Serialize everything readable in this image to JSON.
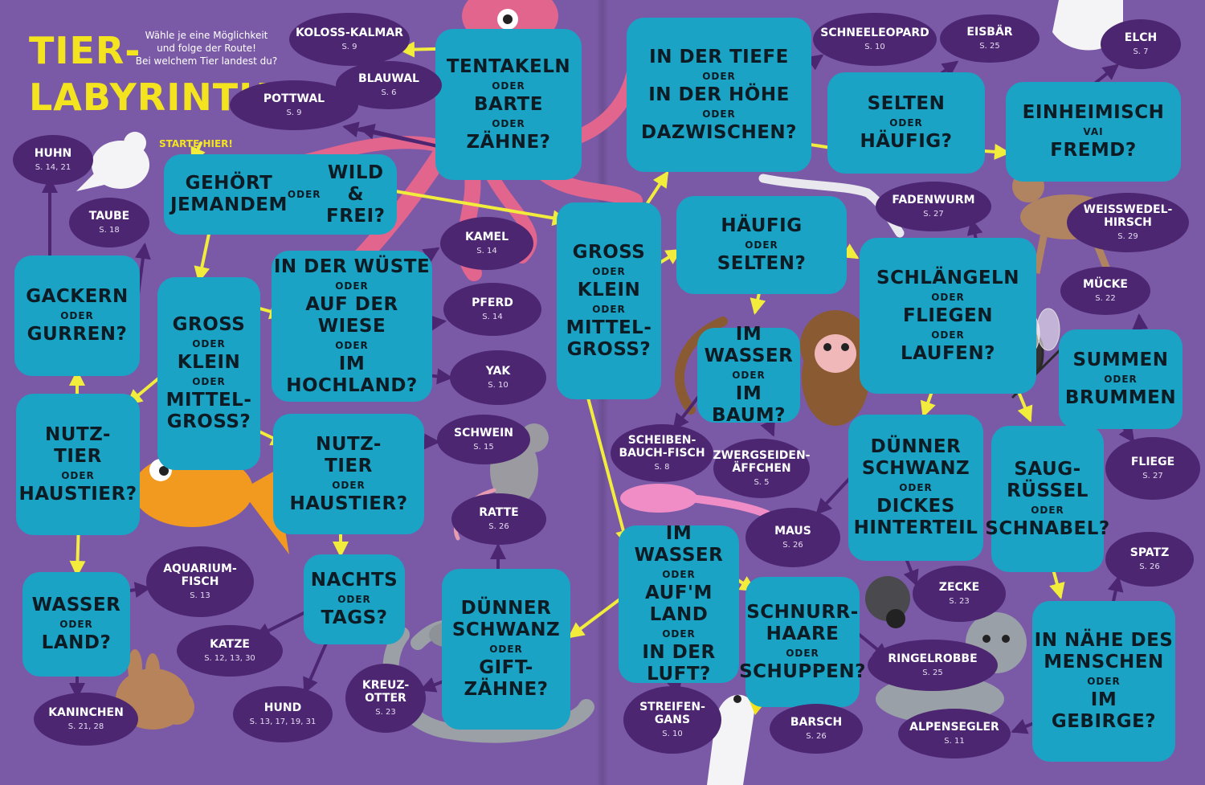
{
  "title": {
    "line1": "TIER-",
    "line2": "LABYRINTH"
  },
  "intro": {
    "line1": "Wähle je eine Möglichkeit",
    "line2": "und folge der Route!",
    "line3": "Bei welchem Tier landest du?"
  },
  "start_label": "STARTE HIER!",
  "colors": {
    "background": "#7a5aa6",
    "question_box": "#1aa3c4",
    "animal_oval": "#4c2670",
    "arrow_yellow": "#f2ec3c",
    "arrow_purple": "#4c2670",
    "title": "#f4e41f"
  },
  "questions": [
    {
      "id": "q_wild",
      "lines": [
        "GEHÖRT\nJEMANDEM",
        "WILD &\nFREI?"
      ],
      "sep": "ODER",
      "layout": "row"
    },
    {
      "id": "q_tentakeln",
      "lines": [
        "TENTAKELN",
        "BARTE",
        "ZÄHNE?"
      ],
      "sep": "ODER"
    },
    {
      "id": "q_tiefe",
      "lines": [
        "IN DER TIEFE",
        "IN DER HÖHE",
        "DAZWISCHEN?"
      ],
      "sep": "ODER"
    },
    {
      "id": "q_selten_haeufig",
      "lines": [
        "SELTEN",
        "HÄUFIG?"
      ],
      "sep": "ODER"
    },
    {
      "id": "q_einheimisch",
      "lines": [
        "EINHEIMISCH",
        "FREMD?"
      ],
      "sep": "VAI"
    },
    {
      "id": "q_gackern",
      "lines": [
        "GACKERN",
        "GURREN?"
      ],
      "sep": "ODER"
    },
    {
      "id": "q_gross_links",
      "lines": [
        "GROSS",
        "KLEIN",
        "MITTEL-\nGROSS?"
      ],
      "sep": "ODER"
    },
    {
      "id": "q_wueste",
      "lines": [
        "IN DER WÜSTE",
        "AUF DER WIESE",
        "IM HOCHLAND?"
      ],
      "sep": "ODER"
    },
    {
      "id": "q_gross_mitte",
      "lines": [
        "GROSS",
        "KLEIN",
        "MITTEL-\nGROSS?"
      ],
      "sep": "ODER"
    },
    {
      "id": "q_haeufig_selten",
      "lines": [
        "HÄUFIG",
        "SELTEN?"
      ],
      "sep": "ODER"
    },
    {
      "id": "q_schlaengeln",
      "lines": [
        "SCHLÄNGELN",
        "FLIEGEN",
        "LAUFEN?"
      ],
      "sep": "ODER"
    },
    {
      "id": "q_nutztier_links",
      "lines": [
        "NUTZ-\nTIER",
        "HAUSTIER?"
      ],
      "sep": "ODER"
    },
    {
      "id": "q_nutztier_mitte",
      "lines": [
        "NUTZ-\nTIER",
        "HAUSTIER?"
      ],
      "sep": "ODER"
    },
    {
      "id": "q_wasser_baum",
      "lines": [
        "IM WASSER",
        "IM BAUM?"
      ],
      "sep": "ODER"
    },
    {
      "id": "q_duenner_dickes",
      "lines": [
        "DÜNNER\nSCHWANZ",
        "DICKES\nHINTERTEIL"
      ],
      "sep": "ODER"
    },
    {
      "id": "q_saugruessel",
      "lines": [
        "SAUG-\nRÜSSEL",
        "SCHNABEL?"
      ],
      "sep": "ODER"
    },
    {
      "id": "q_summen",
      "lines": [
        "SUMMEN",
        "BRUMMEN"
      ],
      "sep": "ODER"
    },
    {
      "id": "q_wasser_land",
      "lines": [
        "WASSER",
        "LAND?"
      ],
      "sep": "ODER"
    },
    {
      "id": "q_nachts",
      "lines": [
        "NACHTS",
        "TAGS?"
      ],
      "sep": "ODER"
    },
    {
      "id": "q_duenner_gift",
      "lines": [
        "DÜNNER\nSCHWANZ",
        "GIFT-\nZÄHNE?"
      ],
      "sep": "ODER"
    },
    {
      "id": "q_wasser_land_luft",
      "lines": [
        "IM WASSER",
        "AUF'M LAND",
        "IN DER LUFT?"
      ],
      "sep": "ODER"
    },
    {
      "id": "q_schnurrhaare",
      "lines": [
        "SCHNURR-\nHAARE",
        "SCHUPPEN?"
      ],
      "sep": "ODER"
    },
    {
      "id": "q_menschen",
      "lines": [
        "IN NÄHE DES\nMENSCHEN",
        "IM\nGEBIRGE?"
      ],
      "sep": "ODER"
    }
  ],
  "animals": [
    {
      "id": "koloss",
      "name": "KOLOSS-KALMAR",
      "page": "S. 9"
    },
    {
      "id": "blauwal",
      "name": "BLAUWAL",
      "page": "S. 6"
    },
    {
      "id": "pottwal",
      "name": "POTTWAL",
      "page": "S. 9"
    },
    {
      "id": "schneeleopard",
      "name": "SCHNEELEOPARD",
      "page": "S. 10"
    },
    {
      "id": "eisbaer",
      "name": "EISBÄR",
      "page": "S. 25"
    },
    {
      "id": "elch",
      "name": "ELCH",
      "page": "S. 7"
    },
    {
      "id": "huhn",
      "name": "HUHN",
      "page": "S. 14, 21"
    },
    {
      "id": "taube",
      "name": "TAUBE",
      "page": "S. 18"
    },
    {
      "id": "kamel",
      "name": "KAMEL",
      "page": "S. 14"
    },
    {
      "id": "pferd",
      "name": "PFERD",
      "page": "S. 14"
    },
    {
      "id": "yak",
      "name": "YAK",
      "page": "S. 10"
    },
    {
      "id": "fadenwurm",
      "name": "FADENWURM",
      "page": "S. 27"
    },
    {
      "id": "weisswedel",
      "name": "WEISSWEDEL-\nHIRSCH",
      "page": "S. 29"
    },
    {
      "id": "muecke",
      "name": "MÜCKE",
      "page": "S. 22"
    },
    {
      "id": "schwein",
      "name": "SCHWEIN",
      "page": "S. 15"
    },
    {
      "id": "ratte",
      "name": "RATTE",
      "page": "S. 26"
    },
    {
      "id": "scheiben",
      "name": "SCHEIBEN-\nBAUCH-FISCH",
      "page": "S. 8"
    },
    {
      "id": "zwergseiden",
      "name": "ZWERGSEIDEN-\nÄFFCHEN",
      "page": "S. 5"
    },
    {
      "id": "fliege",
      "name": "FLIEGE",
      "page": "S. 27"
    },
    {
      "id": "maus",
      "name": "MAUS",
      "page": "S. 26"
    },
    {
      "id": "aquarium",
      "name": "AQUARIUM-\nFISCH",
      "page": "S. 13"
    },
    {
      "id": "katze",
      "name": "KATZE",
      "page": "S. 12, 13, 30"
    },
    {
      "id": "zecke",
      "name": "ZECKE",
      "page": "S. 23"
    },
    {
      "id": "spatz",
      "name": "SPATZ",
      "page": "S. 26"
    },
    {
      "id": "ringelrobbe",
      "name": "RINGELROBBE",
      "page": "S. 25"
    },
    {
      "id": "kreuzotter",
      "name": "KREUZ-\nOTTER",
      "page": "S. 23"
    },
    {
      "id": "hund",
      "name": "HUND",
      "page": "S. 13, 17, 19, 31"
    },
    {
      "id": "kaninchen",
      "name": "KANINCHEN",
      "page": "S. 21, 28"
    },
    {
      "id": "streifengans",
      "name": "STREIFEN-\nGANS",
      "page": "S. 10"
    },
    {
      "id": "barsch",
      "name": "BARSCH",
      "page": "S. 26"
    },
    {
      "id": "alpensegler",
      "name": "ALPENSEGLER",
      "page": "S. 11"
    }
  ],
  "illustrations": [
    {
      "id": "octopus",
      "icon": "octopus-icon"
    },
    {
      "id": "dove",
      "icon": "dove-icon"
    },
    {
      "id": "goldfish",
      "icon": "goldfish-icon"
    },
    {
      "id": "rat",
      "icon": "rat-icon"
    },
    {
      "id": "rabbit",
      "icon": "rabbit-icon"
    },
    {
      "id": "snake",
      "icon": "snake-icon"
    },
    {
      "id": "monkey",
      "icon": "monkey-icon"
    },
    {
      "id": "worm",
      "icon": "worm-icon"
    },
    {
      "id": "deer",
      "icon": "deer-icon"
    },
    {
      "id": "mosquito",
      "icon": "mosquito-icon"
    },
    {
      "id": "polar-paw",
      "icon": "polar-bear-paw-icon"
    },
    {
      "id": "tick",
      "icon": "tick-icon"
    },
    {
      "id": "seal",
      "icon": "seal-icon"
    },
    {
      "id": "goose",
      "icon": "goose-icon"
    },
    {
      "id": "blobfish",
      "icon": "blobfish-icon"
    }
  ],
  "connections": [
    {
      "from": "start",
      "to": "q_wild",
      "color": "yellow"
    },
    {
      "from": "q_wild",
      "to": "q_gross_links",
      "color": "yellow"
    },
    {
      "from": "q_wild",
      "to": "q_gross_mitte",
      "color": "yellow"
    },
    {
      "from": "q_wild",
      "to": "q_tentakeln",
      "color": "purple"
    },
    {
      "from": "q_tentakeln",
      "to": "koloss",
      "color": "yellow"
    },
    {
      "from": "q_tentakeln",
      "to": "blauwal",
      "color": "purple"
    },
    {
      "from": "q_tentakeln",
      "to": "pottwal",
      "color": "purple"
    },
    {
      "from": "q_gross_mitte",
      "to": "q_tiefe",
      "color": "yellow"
    },
    {
      "from": "q_gross_mitte",
      "to": "q_haeufig_selten",
      "color": "yellow"
    },
    {
      "from": "q_gross_mitte",
      "to": "q_wasser_land_luft",
      "color": "yellow"
    },
    {
      "from": "q_tiefe",
      "to": "schneeleopard",
      "color": "purple"
    },
    {
      "from": "q_tiefe",
      "to": "q_selten_haeufig",
      "color": "yellow"
    },
    {
      "from": "q_selten_haeufig",
      "to": "eisbaer",
      "color": "purple"
    },
    {
      "from": "q_selten_haeufig",
      "to": "q_einheimisch",
      "color": "yellow"
    },
    {
      "from": "q_einheimisch",
      "to": "elch",
      "color": "purple"
    },
    {
      "from": "q_einheimisch",
      "to": "weisswedel",
      "color": "purple"
    },
    {
      "from": "q_gross_links",
      "to": "q_wueste",
      "color": "yellow"
    },
    {
      "from": "q_gross_links",
      "to": "q_nutztier_links",
      "color": "yellow"
    },
    {
      "from": "q_gross_links",
      "to": "q_nutztier_mitte",
      "color": "yellow"
    },
    {
      "from": "q_wueste",
      "to": "kamel",
      "color": "purple"
    },
    {
      "from": "q_wueste",
      "to": "pferd",
      "color": "purple"
    },
    {
      "from": "q_wueste",
      "to": "yak",
      "color": "purple"
    },
    {
      "from": "q_nutztier_links",
      "to": "q_gackern",
      "color": "yellow"
    },
    {
      "from": "q_nutztier_links",
      "to": "q_wasser_land",
      "color": "yellow"
    },
    {
      "from": "q_gackern",
      "to": "huhn",
      "color": "purple"
    },
    {
      "from": "q_gackern",
      "to": "taube",
      "color": "purple"
    },
    {
      "from": "q_wasser_land",
      "to": "aquarium",
      "color": "purple"
    },
    {
      "from": "q_wasser_land",
      "to": "kaninchen",
      "color": "purple"
    },
    {
      "from": "q_nutztier_mitte",
      "to": "schwein",
      "color": "purple"
    },
    {
      "from": "q_nutztier_mitte",
      "to": "q_nachts",
      "color": "yellow"
    },
    {
      "from": "q_nachts",
      "to": "katze",
      "color": "purple"
    },
    {
      "from": "q_nachts",
      "to": "hund",
      "color": "purple"
    },
    {
      "from": "q_haeufig_selten",
      "to": "q_schlaengeln",
      "color": "yellow"
    },
    {
      "from": "q_haeufig_selten",
      "to": "q_wasser_baum",
      "color": "yellow"
    },
    {
      "from": "q_wasser_baum",
      "to": "scheiben",
      "color": "purple"
    },
    {
      "from": "q_wasser_baum",
      "to": "zwergseiden",
      "color": "purple"
    },
    {
      "from": "q_schlaengeln",
      "to": "fadenwurm",
      "color": "purple"
    },
    {
      "from": "q_schlaengeln",
      "to": "q_duenner_dickes",
      "color": "yellow"
    },
    {
      "from": "q_schlaengeln",
      "to": "q_saugruessel",
      "color": "yellow"
    },
    {
      "from": "q_duenner_dickes",
      "to": "maus",
      "color": "purple"
    },
    {
      "from": "q_duenner_dickes",
      "to": "zecke",
      "color": "purple"
    },
    {
      "from": "q_saugruessel",
      "to": "q_summen",
      "color": "yellow"
    },
    {
      "from": "q_saugruessel",
      "to": "q_menschen",
      "color": "yellow"
    },
    {
      "from": "q_summen",
      "to": "muecke",
      "color": "purple"
    },
    {
      "from": "q_summen",
      "to": "fliege",
      "color": "purple"
    },
    {
      "from": "q_menschen",
      "to": "spatz",
      "color": "purple"
    },
    {
      "from": "q_menschen",
      "to": "alpensegler",
      "color": "purple"
    },
    {
      "from": "q_wasser_land_luft",
      "to": "q_duenner_gift",
      "color": "yellow"
    },
    {
      "from": "q_wasser_land_luft",
      "to": "q_schnurrhaare",
      "color": "yellow"
    },
    {
      "from": "q_wasser_land_luft",
      "to": "streifengans",
      "color": "purple"
    },
    {
      "from": "q_duenner_gift",
      "to": "ratte",
      "color": "purple"
    },
    {
      "from": "q_duenner_gift",
      "to": "kreuzotter",
      "color": "purple"
    },
    {
      "from": "q_schnurrhaare",
      "to": "ringelrobbe",
      "color": "purple"
    },
    {
      "from": "q_schnurrhaare",
      "to": "barsch",
      "color": "purple"
    }
  ]
}
